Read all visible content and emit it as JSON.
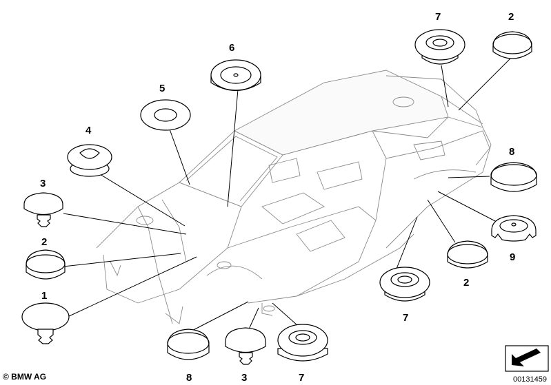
{
  "callouts": {
    "c1": "1",
    "c2_left": "2",
    "c3_left": "3",
    "c4": "4",
    "c5": "5",
    "c6": "6",
    "c7_top": "7",
    "c2_topright": "2",
    "c8_right": "8",
    "c9": "9",
    "c2_bottomright": "2",
    "c7_midbottom": "7",
    "c8_bottom": "8",
    "c3_bottom": "3",
    "c7_bottom": "7"
  },
  "copyright": "© BMW AG",
  "drawing_number": "00131459",
  "icons": {
    "arrow_box": "arrow-box-icon"
  }
}
